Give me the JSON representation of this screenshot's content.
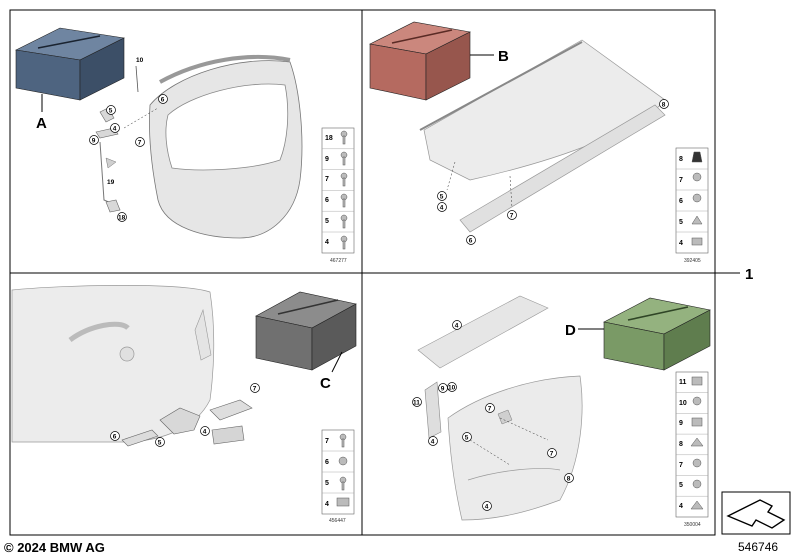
{
  "copyright": "© 2024 BMW AG",
  "diagram_number": "546746",
  "main_callout": "1",
  "quadrants": {
    "top_left": {
      "kit_label": "A",
      "kit_color": "#4e6480",
      "callouts": [
        "10",
        "6",
        "5",
        "4",
        "9",
        "7",
        "19",
        "18"
      ],
      "legend": [
        "18",
        "9",
        "7",
        "6",
        "5",
        "4"
      ],
      "image_number": "467277"
    },
    "top_right": {
      "kit_label": "B",
      "kit_color": "#b56a60",
      "callouts": [
        "8",
        "5",
        "4",
        "7",
        "6"
      ],
      "legend": [
        "8",
        "7",
        "6",
        "5",
        "4"
      ],
      "image_number": "392405"
    },
    "bottom_left": {
      "kit_label": "C",
      "kit_color": "#707070",
      "callouts": [
        "7",
        "6",
        "5",
        "4"
      ],
      "legend": [
        "7",
        "6",
        "5",
        "4"
      ],
      "image_number": "456447"
    },
    "bottom_right": {
      "kit_label": "D",
      "kit_color": "#7a9a66",
      "callouts": [
        "4",
        "11",
        "9",
        "10",
        "7",
        "5",
        "4",
        "7",
        "8",
        "4"
      ],
      "legend": [
        "11",
        "10",
        "9",
        "8",
        "7",
        "5",
        "4"
      ],
      "image_number": "350004"
    }
  }
}
